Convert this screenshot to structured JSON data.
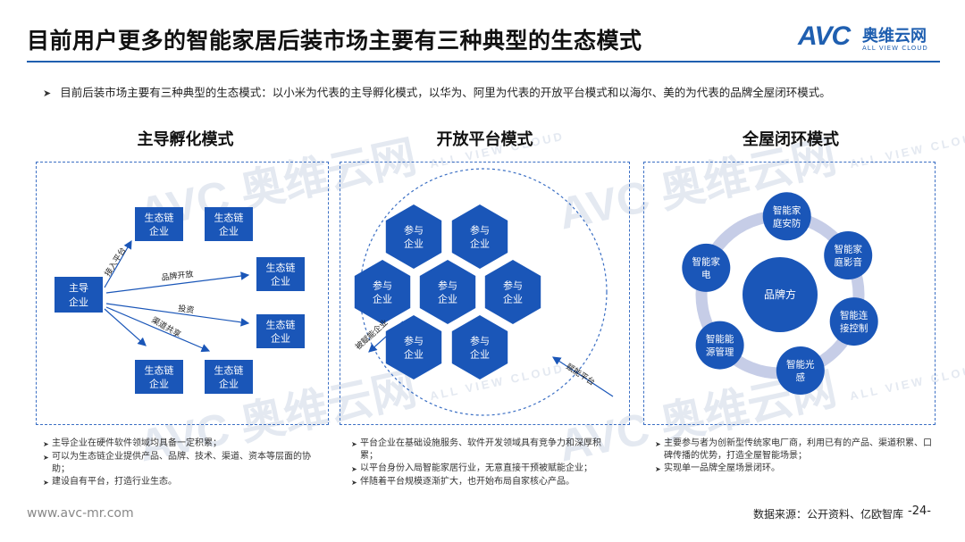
{
  "header": {
    "title": "目前用户更多的智能家居后装市场主要有三种典型的生态模式",
    "logo_mark": "AVC",
    "logo_cn": "奥维云网",
    "logo_en": "ALL VIEW CLOUD"
  },
  "summary": "目前后装市场主要有三种典型的生态模式：以小米为代表的主导孵化模式，以华为、阿里为代表的开放平台模式和以海尔、美的为代表的品牌全屋闭环模式。",
  "colors": {
    "accent": "#1f5fb0",
    "node_fill": "#1a56b8",
    "ring": "#c6cde7"
  },
  "icons": {
    "bullet": "arrow-right-bullet-icon"
  },
  "watermarks": [
    {
      "mark": "AVC",
      "cn": "奥维云网",
      "en": "ALL VIEW CLOUD"
    },
    {
      "mark": "AVC",
      "cn": "奥维云网",
      "en": "ALL VIEW CLOUD"
    },
    {
      "mark": "AVC",
      "cn": "奥维云网",
      "en": "ALL VIEW CLOUD"
    },
    {
      "mark": "AVC",
      "cn": "奥维云网",
      "en": "ALL VIEW CLOUD"
    }
  ],
  "columns": [
    {
      "title": "主导孵化模式",
      "hub": "主导企业",
      "nodes": [
        "生态链企业",
        "生态链企业",
        "生态链企业",
        "生态链企业",
        "生态链企业",
        "生态链企业"
      ],
      "edge_labels": [
        "接入平台",
        "品牌开放",
        "投资",
        "渠道共享"
      ],
      "notes": [
        "主导企业在硬件软件领域均具备一定积累；",
        "可以为生态链企业提供产品、品牌、技术、渠道、资本等层面的协助；",
        "建设自有平台，打造行业生态。"
      ]
    },
    {
      "title": "开放平台模式",
      "hex_label": "参与企业",
      "hex_count": 7,
      "side_labels": [
        "被赋能企业",
        "赋能平台"
      ],
      "notes": [
        "平台企业在基础设施服务、软件开发领域具有竞争力和深厚积累；",
        "以平台身份入局智能家居行业，无意直接干预被赋能企业；",
        "伴随着平台规模逐渐扩大，也开始布局自家核心产品。"
      ]
    },
    {
      "title": "全屋闭环模式",
      "center": "品牌方",
      "satellites": [
        "智能家庭安防",
        "智能家庭影音",
        "智能连接控制",
        "智能光感",
        "智能能源管理",
        "智能家电"
      ],
      "notes": [
        "主要参与者为创新型传统家电厂商，利用已有的产品、渠道积累、口碑传播的优势，打造全屋智能场景；",
        "实现单一品牌全屋场景闭环。"
      ]
    }
  ],
  "footer": {
    "site": "www.avc-mr.com",
    "source": "数据来源：公开资料、亿欧智库",
    "page": "-24-"
  }
}
